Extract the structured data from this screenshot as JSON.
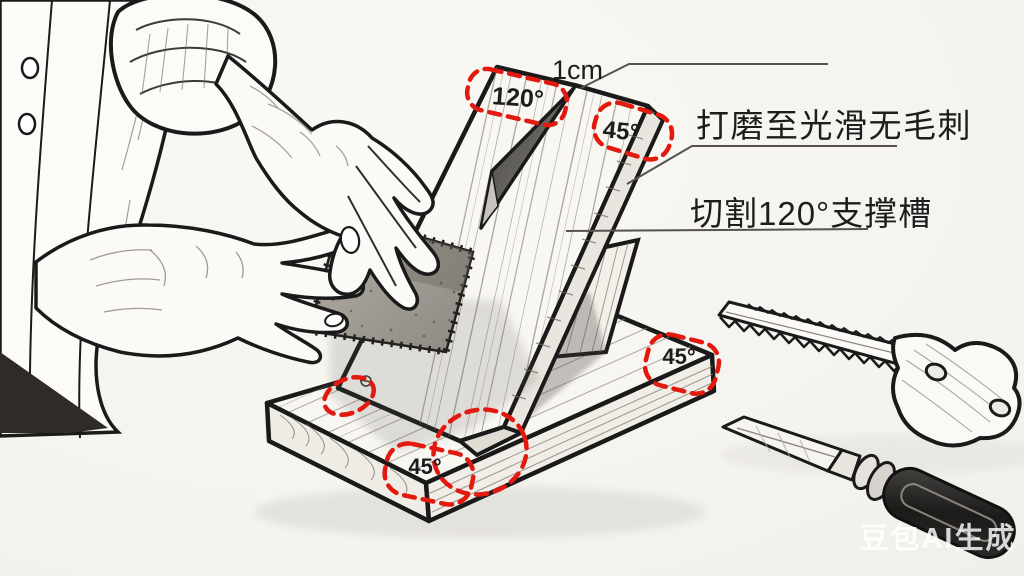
{
  "palette": {
    "paper": "#f5f3ee",
    "ink": "#1a1a1a",
    "red": "#e2190f",
    "leader": "#55534c",
    "sandpaper": "#a39e96",
    "wood_line": "#7a756d",
    "watermark": "rgba(255,255,255,0.82)"
  },
  "callouts": {
    "gap": "1cm",
    "angle_groove": "120°",
    "angle_top_edge": "45°",
    "angle_base_right": "45°",
    "angle_base_front": "45°"
  },
  "notes": {
    "sanding": "打磨至光滑无毛刺",
    "groove": "切割120°支撑槽"
  },
  "watermark": "豆包AI生成"
}
